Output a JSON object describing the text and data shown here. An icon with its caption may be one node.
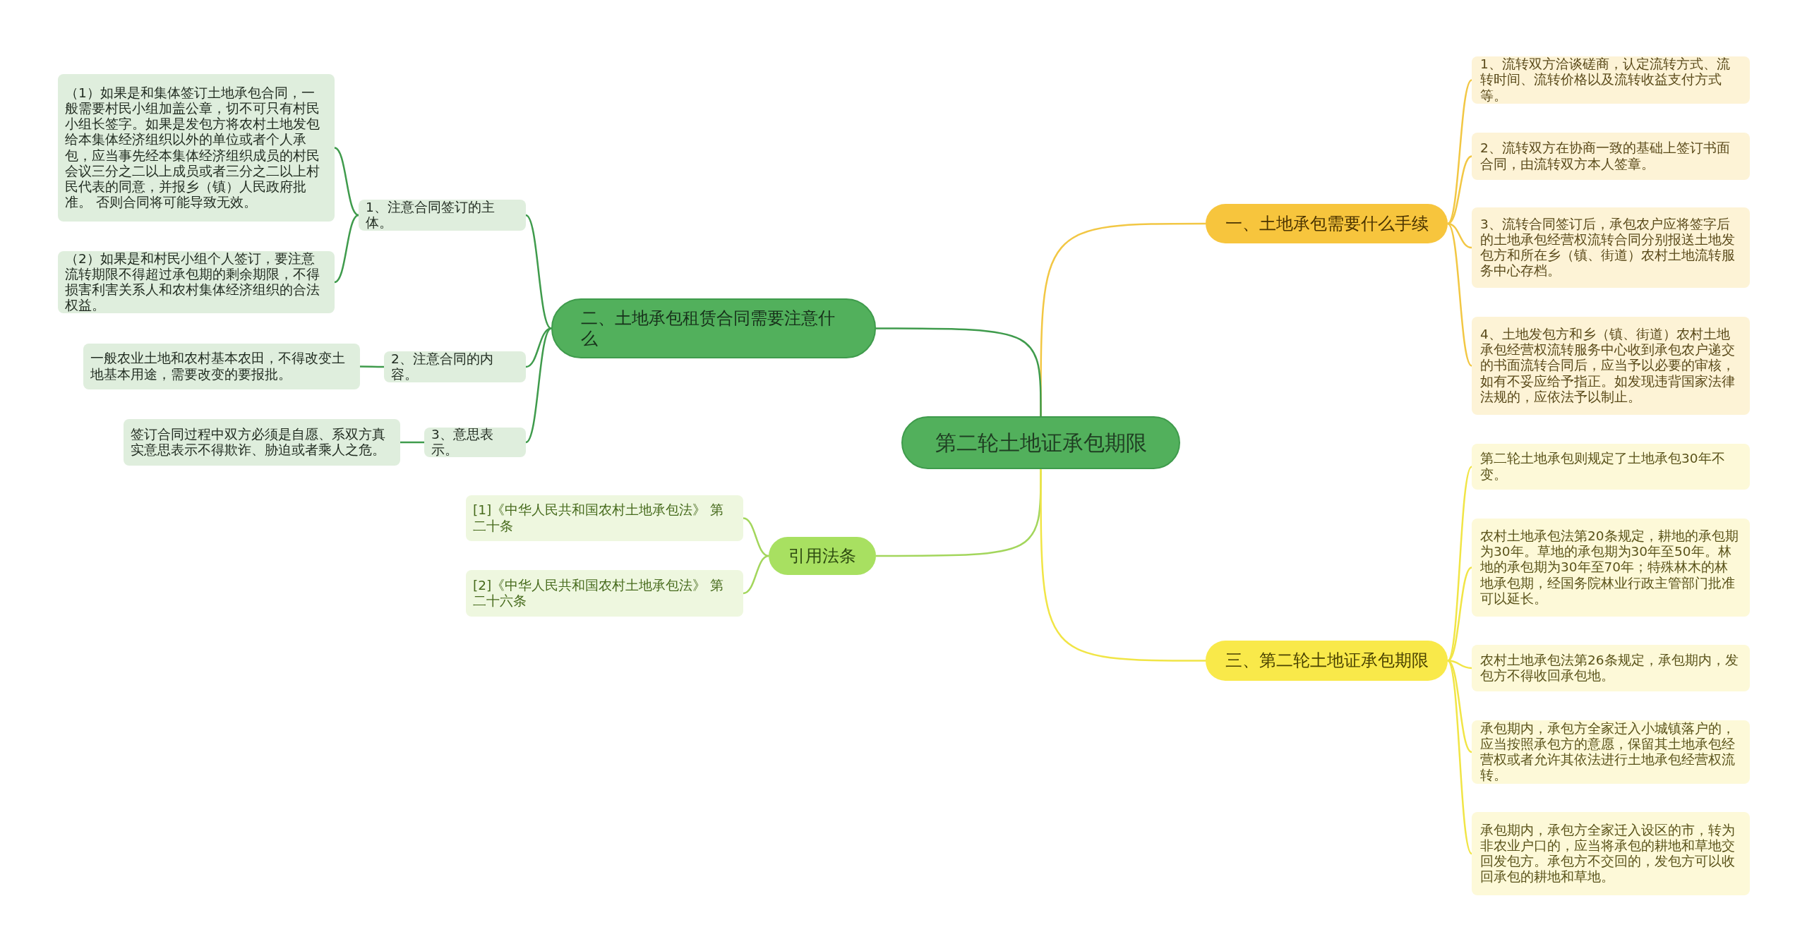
{
  "diagram": {
    "nodes": [
      {
        "text": [
          "第二轮土地证承包期限"
        ]
      },
      {
        "text": [
          "一、土地承包需要什么手续"
        ]
      },
      {
        "text": [
          "1、流转双方洽谈磋商，认定流转方式、流转时间、流转价格以及流转收益支付方式等。"
        ]
      },
      {
        "text": [
          "2、流转双方在协商一致的基础上签订书面合同，由流转双方本人签章。"
        ]
      },
      {
        "text": [
          "3、流转合同签订后，承包农户应将签字后的土地承包经营权流转合同分别报送土地发包方和所在乡（镇、街道）农村土地流转服务中心存档。"
        ]
      },
      {
        "text": [
          "4、土地发包方和乡（镇、街道）农村土地承包经营权流转服务中心收到承包农户递交的书面流转合同后，应当予以必要的审核，如有不妥应给予指正。如发现违背国家法律法规的，应依法予以制止。"
        ]
      },
      {
        "text": [
          "二、土地承包租赁合同需要注意什么"
        ]
      },
      {
        "text": [
          "1、注意合同签订的主体。"
        ]
      },
      {
        "text": [
          "（1）如果是和集体签订土地承包合同，一般需要村民小组加盖公章，切不可只有村民小组长签字。如果是发包方将农村土地发包给本集体经济组织以外的单位或者个人承包，应当事先经本集体经济组织成员的村民会议三分之二以上成员或者三分之二以上村民代表的同意，并报乡（镇）人民政府批准。 否则合同将可能导致无效。"
        ]
      },
      {
        "text": [
          "（2）如果是和村民小组个人签订，要注意流转期限不得超过承包期的剩余期限，不得损害利害关系人和农村集体经济组织的合法权益。"
        ]
      },
      {
        "text": [
          "2、注意合同的内容。"
        ]
      },
      {
        "text": [
          "一般农业土地和农村基本农田，不得改变土地基本用途，需要改变的要报批。"
        ]
      },
      {
        "text": [
          "3、意思表示。"
        ]
      },
      {
        "text": [
          "签订合同过程中双方必须是自愿、系双方真实意思表示不得欺诈、胁迫或者乘人之危。"
        ]
      },
      {
        "text": [
          "引用法条"
        ]
      },
      {
        "text": [
          "[1]《中华人民共和国农村土地承包法》 第二十条"
        ]
      },
      {
        "text": [
          "[2]《中华人民共和国农村土地承包法》 第二十六条"
        ]
      },
      {
        "text": [
          "三、第二轮土地证承包期限"
        ]
      },
      {
        "text": [
          "第二轮土地承包则规定了土地承包30年不变。"
        ]
      },
      {
        "text": [
          "农村土地承包法第20条规定，耕地的承包期为30年。草地的承包期为30年至50年。林地的承包期为30年至70年；特殊林木的林地承包期，经国务院林业行政主管部门批准可以延长。"
        ]
      },
      {
        "text": [
          "农村土地承包法第26条规定，承包期内，发包方不得收回承包地。"
        ]
      },
      {
        "text": [
          "承包期内，承包方全家迁入小城镇落户的，应当按照承包方的意愿，保留其土地承包经营权或者允许其依法进行土地承包经营权流转。"
        ]
      },
      {
        "text": [
          "承包期内，承包方全家迁入设区的市，转为非农业户口的，应当将承包的耕地和草地交回发包方。承包方不交回的，发包方可以收回承包的耕地和草地。"
        ]
      }
    ],
    "edges": [
      {
        "from": 0,
        "to": 1,
        "arrow": "none",
        "color": "#f2c744"
      },
      {
        "from": 1,
        "to": 2,
        "arrow": "none",
        "color": "#f2c744"
      },
      {
        "from": 1,
        "to": 3,
        "arrow": "none",
        "color": "#f2c744"
      },
      {
        "from": 1,
        "to": 4,
        "arrow": "none",
        "color": "#f2c744"
      },
      {
        "from": 1,
        "to": 5,
        "arrow": "none",
        "color": "#f2c744"
      },
      {
        "from": 0,
        "to": 6,
        "arrow": "none",
        "color": "#3f9b4c"
      },
      {
        "from": 6,
        "to": 7,
        "arrow": "none",
        "color": "#3f9b4c"
      },
      {
        "from": 7,
        "to": 8,
        "arrow": "none",
        "color": "#3f9b4c"
      },
      {
        "from": 7,
        "to": 9,
        "arrow": "none",
        "color": "#3f9b4c"
      },
      {
        "from": 6,
        "to": 10,
        "arrow": "none",
        "color": "#3f9b4c"
      },
      {
        "from": 10,
        "to": 11,
        "arrow": "none",
        "color": "#3f9b4c"
      },
      {
        "from": 6,
        "to": 12,
        "arrow": "none",
        "color": "#3f9b4c"
      },
      {
        "from": 12,
        "to": 13,
        "arrow": "none",
        "color": "#3f9b4c"
      },
      {
        "from": 0,
        "to": 14,
        "arrow": "none",
        "color": "#a3d65c"
      },
      {
        "from": 14,
        "to": 15,
        "arrow": "none",
        "color": "#a3d65c"
      },
      {
        "from": 14,
        "to": 16,
        "arrow": "none",
        "color": "#a3d65c"
      },
      {
        "from": 0,
        "to": 17,
        "arrow": "none",
        "color": "#f1e546"
      },
      {
        "from": 17,
        "to": 18,
        "arrow": "none",
        "color": "#f1e546"
      },
      {
        "from": 17,
        "to": 19,
        "arrow": "none",
        "color": "#f1e546"
      },
      {
        "from": 17,
        "to": 20,
        "arrow": "none",
        "color": "#f1e546"
      },
      {
        "from": 17,
        "to": 21,
        "arrow": "none",
        "color": "#f1e546"
      },
      {
        "from": 17,
        "to": 22,
        "arrow": "none",
        "color": "#f1e546"
      }
    ]
  }
}
